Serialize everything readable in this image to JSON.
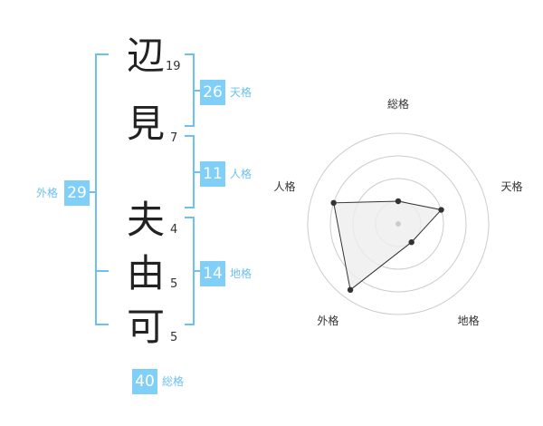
{
  "name": {
    "characters": [
      {
        "char": "辺",
        "strokes": "19"
      },
      {
        "char": "見",
        "strokes": "7"
      },
      {
        "char": "夫",
        "strokes": "4"
      },
      {
        "char": "由",
        "strokes": "5"
      },
      {
        "char": "可",
        "strokes": "5"
      }
    ]
  },
  "fortune": {
    "tenkaku": {
      "value": "26",
      "label": "天格"
    },
    "jinkaku": {
      "value": "11",
      "label": "人格"
    },
    "chikaku": {
      "value": "14",
      "label": "地格"
    },
    "gaikaku": {
      "value": "29",
      "label": "外格"
    },
    "soukaku": {
      "value": "40",
      "label": "総格"
    }
  },
  "colors": {
    "accent": "#7fcff8",
    "accent_text": "#6cc1f0",
    "bracket": "#6cc1f0",
    "radar_fill": "#eeeeee",
    "radar_line": "#333333",
    "ring": "#cccccc"
  },
  "chart_data": {
    "type": "radar",
    "axes": [
      "総格",
      "天格",
      "地格",
      "外格",
      "人格"
    ],
    "values": [
      0.25,
      0.5,
      0.25,
      0.9,
      0.75
    ],
    "max": 1,
    "rings": 4
  }
}
